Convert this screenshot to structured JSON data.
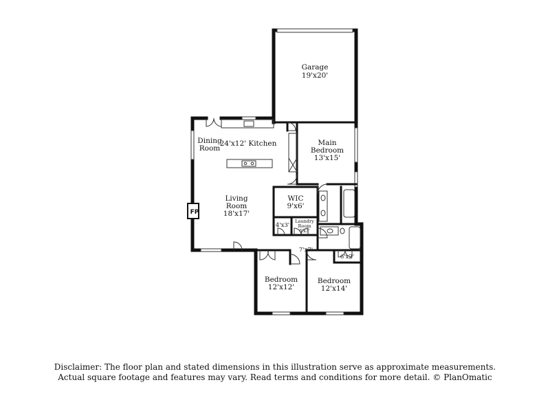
{
  "rooms": {
    "garage": {
      "name": "Garage",
      "dims": "19'x20'"
    },
    "kitchen": {
      "name": "24'x12'  Kitchen"
    },
    "dining": {
      "name1": "Dining",
      "name2": "Room"
    },
    "main_bedroom": {
      "name1": "Main",
      "name2": "Bedroom",
      "dims": "13'x15'"
    },
    "living": {
      "name1": "Living",
      "name2": "Room",
      "dims": "18'x17'"
    },
    "wic": {
      "name": "WIC",
      "dims": "9'x6'"
    },
    "closet_4x3": {
      "dims": "4'x3'"
    },
    "laundry": {
      "name1": "Laundry",
      "name2": "Room",
      "dims": "6'x3'"
    },
    "hall": {
      "dims": "7'x7'"
    },
    "closet_6x2": {
      "dims": "6'x2'"
    },
    "bedroom_left": {
      "name": "Bedroom",
      "dims": "12'x12'"
    },
    "bedroom_right": {
      "name": "Bedroom",
      "dims": "12'x14'"
    },
    "fireplace": {
      "label": "FP"
    }
  },
  "disclaimer": {
    "line1": "Disclaimer: The floor plan and stated dimensions in this illustration serve as approximate measurements.",
    "line2": "Actual square footage and features may vary. Read terms and conditions for more detail. © PlanOmatic"
  }
}
